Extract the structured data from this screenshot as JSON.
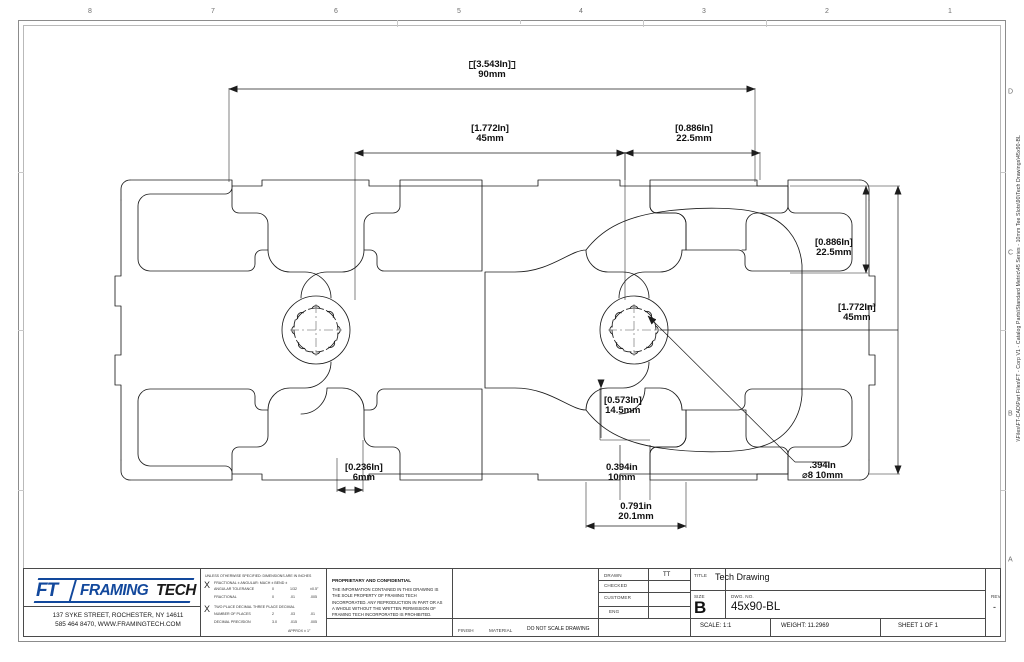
{
  "sheet": {
    "border_numbers_top": [
      "8",
      "7",
      "6",
      "5",
      "4",
      "3",
      "2",
      "1"
    ],
    "border_letters_right": [
      "D",
      "C",
      "B",
      "A"
    ],
    "file_path": "\\\\Files\\FT-CAD\\Part Files\\FT - Corp V1 - Catalog Parts\\Standard Metric\\45 Series - 10mm Tee Slots\\90\\Tech Drawings\\45x90-BL"
  },
  "dimensions": {
    "overall_width": {
      "inch": "[3.543In]",
      "mm": "90mm"
    },
    "half_width": {
      "inch": "[1.772In]",
      "mm": "45mm"
    },
    "quarter_offset": {
      "inch": "[0.886In]",
      "mm": "22.5mm"
    },
    "right_quarter": {
      "inch": "[0.886In]",
      "mm": "22.5mm"
    },
    "overall_height": {
      "inch": "[1.772In]",
      "mm": "45mm"
    },
    "web_height": {
      "inch": "[0.573In]",
      "mm": "14.5mm"
    },
    "wall_thickness": {
      "inch": "[0.236In]",
      "mm": "6mm"
    },
    "slot_opening": {
      "inch": "0.394in",
      "mm": "10mm"
    },
    "slot_width": {
      "inch": "0.791in",
      "mm": "20.1mm"
    },
    "bore_diameter": {
      "inch": ".394In",
      "mm": "⌀8 10mm"
    }
  },
  "title_block": {
    "drawn_label": "DRAWN",
    "drawn_value": "TT",
    "checked_label": "CHECKED",
    "customer_label": "CUSTOMER",
    "eng_label": "ENG",
    "title_label": "TITLE",
    "title_value": "Tech Drawing",
    "size_label": "SIZE",
    "size_value": "B",
    "dwgno_label": "DWG.  NO.",
    "dwgno_value": "45x90-BL",
    "rev_label": "REV",
    "rev_value": "-",
    "scale_label": "SCALE: 1:1",
    "weight_label": "WEIGHT: 11.2969",
    "sheet_label": "SHEET 1 OF 1",
    "do_not_scale": "DO NOT SCALE DRAWING",
    "finish_label": "FINISH",
    "material_label": "MATERIAL"
  },
  "tolerance_block": {
    "heading": "UNLESS OTHERWISE SPECIFIED: DIMENSIONS ARE IN INCHES",
    "group_1_heading": "FRACTIONAL ±   ANGULAR: MACH ±   BEND ±",
    "group_2_heading": "TWO PLACE DECIMAL  THREE PLACE DECIMAL",
    "rows": [
      {
        "label": "ANGULAR TOLERANCE",
        "c1": "0",
        "c2": "1/32",
        "c3": "±0.5°"
      },
      {
        "label": "FRACTIONAL",
        "c1": "0",
        "c2": ".01",
        "c3": ".005"
      },
      {
        "label": "NUMBER OF PLACES",
        "c1": "2",
        "c2": ".03",
        "c3": ".01"
      },
      {
        "label": "DECIMAL PRECISION",
        "c1": "3.0",
        "c2": ".015",
        "c3": ".005"
      }
    ],
    "footer": "APPROX ± 1°"
  },
  "proprietary": {
    "title": "PROPRIETARY AND CONFIDENTIAL",
    "body": "THE INFORMATION CONTAINED IN THIS DRAWING IS THE SOLE PROPERTY OF FRAMING TECH INCORPORATED.  ANY REPRODUCTION IN PART OR AS A WHOLE WITHOUT THE WRITTEN PERMISSION OF FRAMING TECH INCORPORATED IS PROHIBITED."
  },
  "company": {
    "logo_ft": "FT",
    "logo_framing": "FRAMING",
    "logo_tech": "TECH",
    "address_line1": "137 SYKE STREET, ROCHESTER, NY 14611",
    "address_line2": "585 464 8470, WWW.FRAMINGTECH.COM"
  }
}
